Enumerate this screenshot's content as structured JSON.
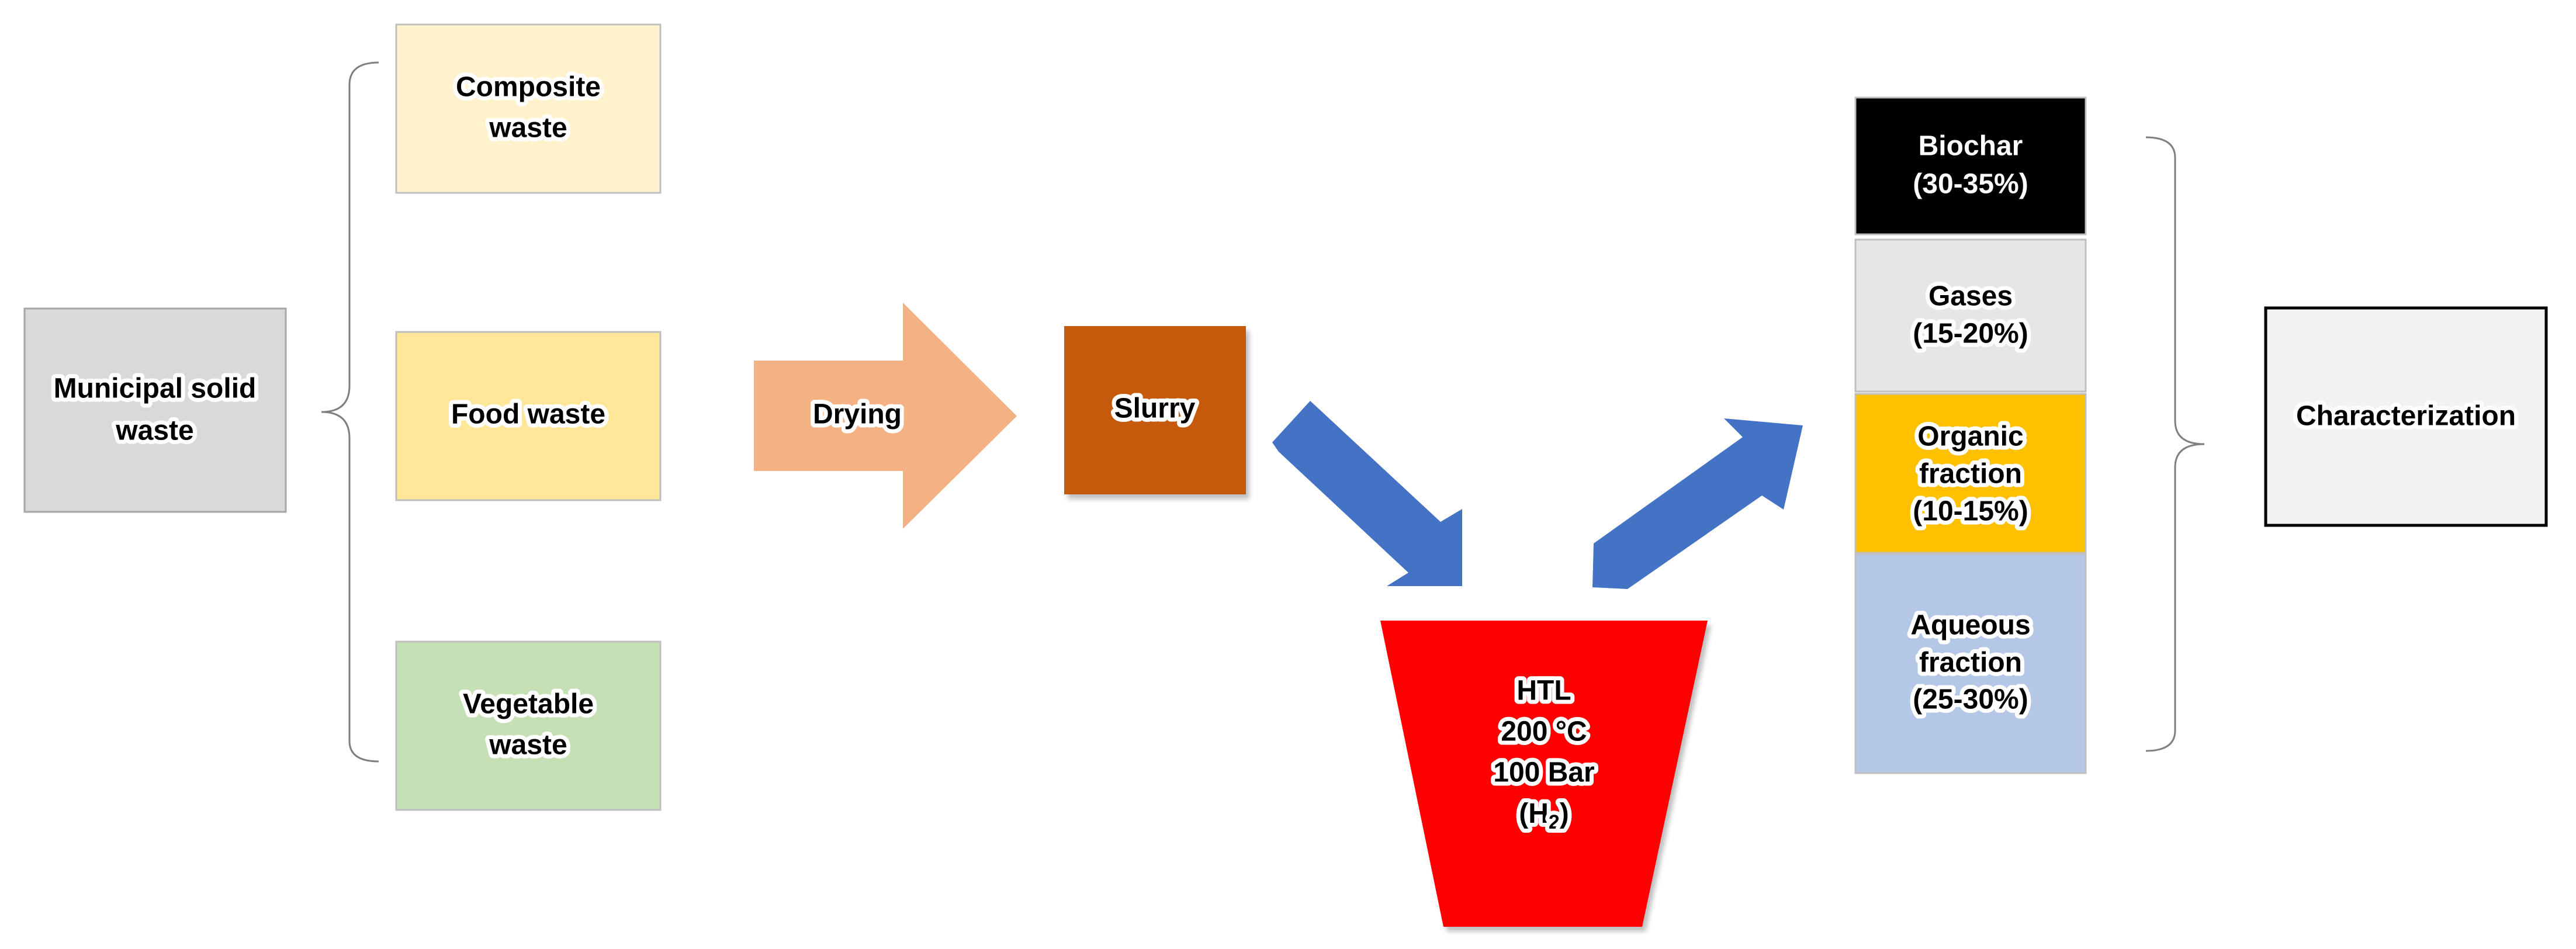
{
  "source": {
    "label_line1": "Municipal solid",
    "label_line2": "waste",
    "fill": "#D9D9D9"
  },
  "waste_types": [
    {
      "line1": "Composite",
      "line2": "waste",
      "fill": "#FFF2CC"
    },
    {
      "line1": "Food waste",
      "line2": "",
      "fill": "#FFE699"
    },
    {
      "line1": "Vegetable",
      "line2": "waste",
      "fill": "#C5E0B4"
    }
  ],
  "drying": {
    "label": "Drying",
    "fill": "#F4B183"
  },
  "slurry": {
    "label": "Slurry",
    "fill": "#C55A11"
  },
  "reactor": {
    "line1": "HTL",
    "line2": "200 °C",
    "line3": "100 Bar",
    "line4_prefix": "(H",
    "line4_subscript": "2",
    "line4_suffix": ")",
    "fill": "#FF0000"
  },
  "arrow_color": "#4472C4",
  "products": [
    {
      "line1": "Biochar",
      "line2": "(30-35%)",
      "line3": "",
      "fill": "#000000",
      "text_color": "#FFFFFF"
    },
    {
      "line1": "Gases",
      "line2": "(15-20%)",
      "line3": "",
      "fill": "#E7E6E6",
      "text_color": "#000000"
    },
    {
      "line1": "Organic",
      "line2": "fraction",
      "line3": "(10-15%)",
      "fill": "#FFC000",
      "text_color": "#000000"
    },
    {
      "line1": "Aqueous",
      "line2": "fraction",
      "line3": "(25-30%)",
      "fill": "#B4C7E7",
      "text_color": "#000000"
    }
  ],
  "characterization": {
    "label": "Characterization",
    "fill": "#F2F2F2",
    "border": "#000000"
  }
}
